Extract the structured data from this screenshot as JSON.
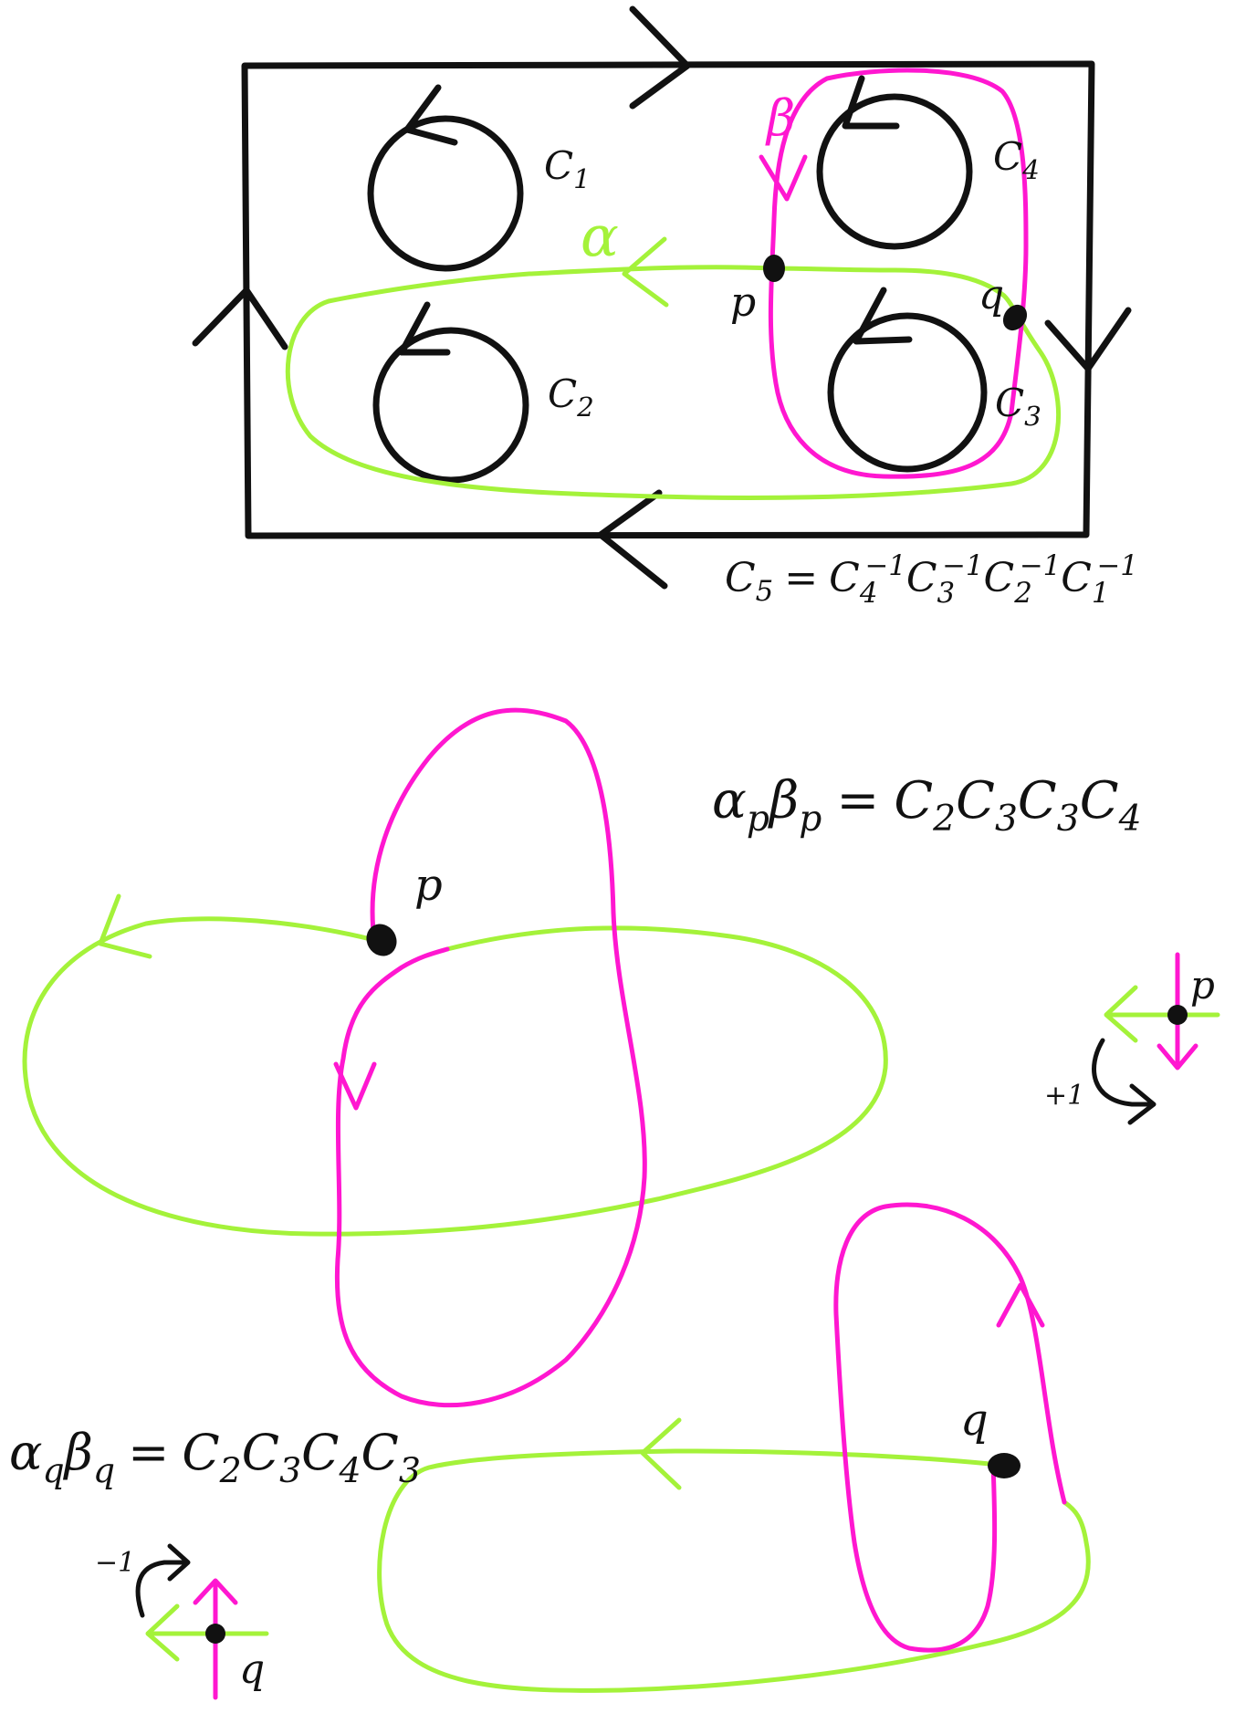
{
  "colors": {
    "ink": "#111111",
    "alpha": "#a4f23a",
    "beta": "#ff17d0"
  },
  "top_diagram": {
    "circle_labels": [
      {
        "base": "C",
        "sub": "1"
      },
      {
        "base": "C",
        "sub": "4"
      },
      {
        "base": "C",
        "sub": "2"
      },
      {
        "base": "C",
        "sub": "3"
      }
    ],
    "curve_alpha": "α",
    "curve_beta": "β",
    "point_p": "p",
    "point_q": "q",
    "relation": {
      "lhs": {
        "base": "C",
        "sub": "5"
      },
      "eq": "=",
      "rhs": [
        {
          "base": "C",
          "sub": "4",
          "sup": "−1"
        },
        {
          "base": "C",
          "sub": "3",
          "sup": "−1"
        },
        {
          "base": "C",
          "sub": "2",
          "sup": "−1"
        },
        {
          "base": "C",
          "sub": "1",
          "sup": "−1"
        }
      ]
    }
  },
  "p_diagram": {
    "equation": {
      "lhs": [
        {
          "base": "α",
          "sub": "p"
        },
        {
          "base": "β",
          "sub": "p"
        }
      ],
      "eq": "=",
      "rhs": [
        {
          "base": "C",
          "sub": "2"
        },
        {
          "base": "C",
          "sub": "3"
        },
        {
          "base": "C",
          "sub": "3"
        },
        {
          "base": "C",
          "sub": "4"
        }
      ]
    },
    "point": "p",
    "sign_label": "+1",
    "sign_point": "p"
  },
  "q_diagram": {
    "equation": {
      "lhs": [
        {
          "base": "α",
          "sub": "q"
        },
        {
          "base": "β",
          "sub": "q"
        }
      ],
      "eq": "=",
      "rhs": [
        {
          "base": "C",
          "sub": "2"
        },
        {
          "base": "C",
          "sub": "3"
        },
        {
          "base": "C",
          "sub": "4"
        },
        {
          "base": "C",
          "sub": "3"
        }
      ]
    },
    "point": "q",
    "sign_label": "−1",
    "sign_point": "q"
  }
}
